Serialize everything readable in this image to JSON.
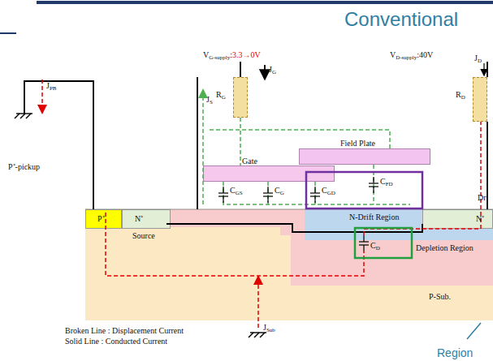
{
  "diagram": {
    "title": "Conventional",
    "nodes": [
      {
        "text": [
          "RG"
        ]
      },
      {
        "text": [
          "RD"
        ]
      },
      {
        "text": [
          "Field Plate"
        ]
      },
      {
        "text": [
          "Gate"
        ]
      },
      {
        "text": [
          "P-Sub."
        ]
      },
      {
        "text": [
          "Depletion Region"
        ]
      },
      {
        "text": [
          "P⁺"
        ]
      },
      {
        "text": [
          "N⁺",
          "Source"
        ]
      },
      {
        "text": [
          "N-Drift  Region"
        ]
      },
      {
        "text": [
          "N⁺"
        ]
      }
    ],
    "labels": [
      "VG-supply:3.3→0V",
      "JG",
      "VD-supply:40V",
      "JD",
      "JPB",
      "P⁺-pickup",
      "JS",
      "CGS",
      "CG",
      "CGD",
      "CFD",
      "Dr",
      "CD",
      "Broken Line : Displacement Current",
      "Solid Line : Conducted Current",
      "JSub",
      "Region"
    ]
  }
}
